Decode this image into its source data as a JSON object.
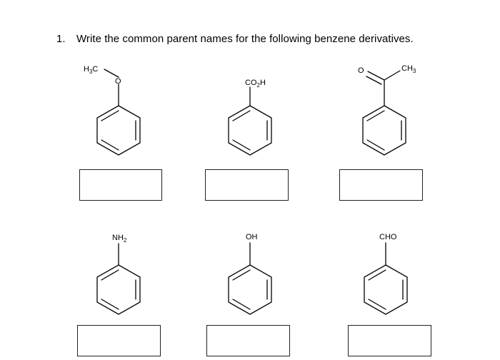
{
  "question": {
    "number": "1.",
    "text": "Write the common parent names for the following benzene derivatives."
  },
  "compounds": [
    {
      "id": "anisole",
      "substituent_text": "H3C",
      "o_label": "O",
      "answer_value": ""
    },
    {
      "id": "benzoic-acid",
      "substituent_text": "CO2H",
      "answer_value": ""
    },
    {
      "id": "acetophenone",
      "o_label": "O",
      "substituent_text": "CH3",
      "answer_value": ""
    },
    {
      "id": "aniline",
      "substituent_text": "NH2",
      "answer_value": ""
    },
    {
      "id": "phenol",
      "substituent_text": "OH",
      "answer_value": ""
    },
    {
      "id": "benzaldehyde",
      "substituent_text": "CHO",
      "answer_value": ""
    }
  ]
}
